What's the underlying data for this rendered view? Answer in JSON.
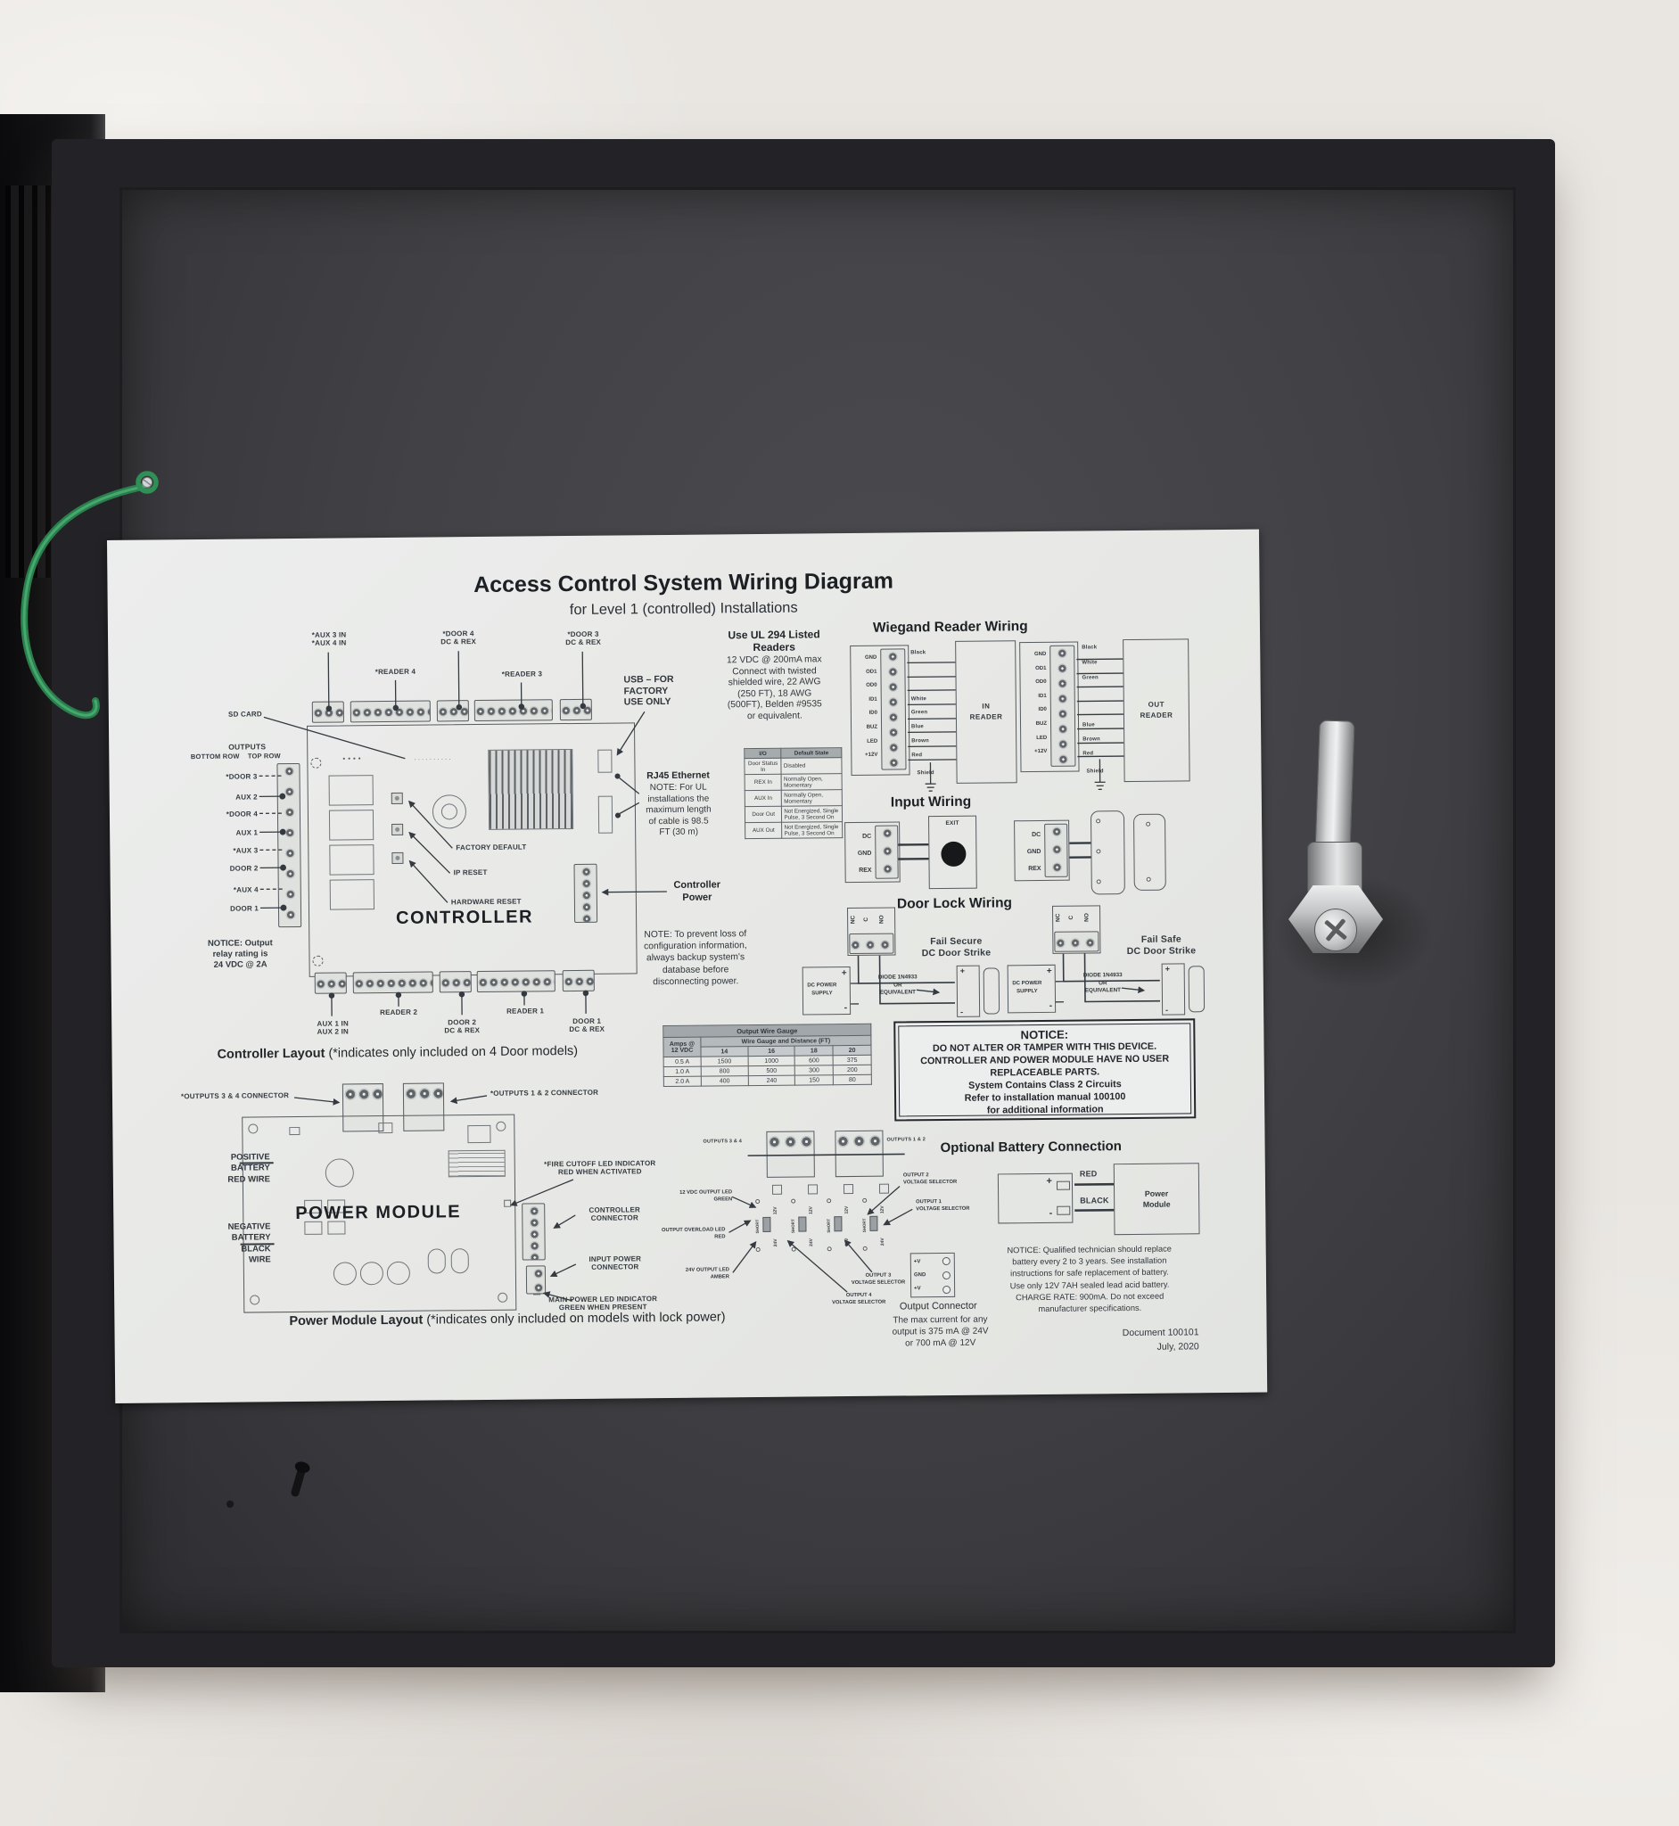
{
  "diagram": {
    "title": "Access Control System Wiring Diagram",
    "subtitle": "for Level 1 (controlled) Installations",
    "controller": {
      "name": "CONTROLLER",
      "sd_card": "SD CARD",
      "usb_note": [
        "USB – FOR",
        "FACTORY",
        "USE ONLY"
      ],
      "top_conn_aux": [
        "*AUX 3 IN",
        "*AUX 4 IN"
      ],
      "top_conn_reader4": "*READER 4",
      "top_conn_door4": [
        "*DOOR 4",
        "DC & REX"
      ],
      "top_conn_reader3": "*READER 3",
      "top_conn_door3": [
        "*DOOR 3",
        "DC & REX"
      ],
      "outputs_header": "OUTPUTS",
      "outputs_subheader": "BOTTOM ROW    TOP ROW",
      "output_rows": [
        "*DOOR 3",
        "AUX 2",
        "*DOOR 4",
        "AUX 1",
        "*AUX 3",
        "DOOR 2",
        "*AUX 4",
        "DOOR 1"
      ],
      "relay_notice": [
        "NOTICE: Output",
        "relay rating is",
        "24 VDC @ 2A"
      ],
      "buttons": [
        "FACTORY DEFAULT",
        "IP RESET",
        "HARDWARE RESET"
      ],
      "bottom_conn_aux": [
        "AUX 1 IN",
        "AUX 2 IN"
      ],
      "bottom_conn_reader2": "READER 2",
      "bottom_conn_door2": [
        "DOOR 2",
        "DC & REX"
      ],
      "bottom_conn_reader1": "READER 1",
      "bottom_conn_door1": [
        "DOOR 1",
        "DC & REX"
      ],
      "power_label": [
        "Controller",
        "Power"
      ],
      "caption_bold": "Controller Layout",
      "caption_rest": " (*indicates only included on 4 Door models)"
    },
    "ul294_note": {
      "heading": [
        "Use UL 294 Listed",
        "Readers"
      ],
      "body": [
        "12 VDC @ 200mA max",
        "Connect with twisted",
        "shielded wire, 22 AWG",
        "(250 FT), 18 AWG",
        "(500FT), Belden #9535",
        "or equivalent."
      ]
    },
    "rj45_note": {
      "heading": "RJ45 Ethernet",
      "body": [
        "NOTE: For UL",
        "installations the",
        "maximum length",
        "of cable is 98.5",
        "FT (30 m)"
      ]
    },
    "backup_note": [
      "NOTE: To prevent loss of",
      "configuration information,",
      "always backup system's",
      "database before",
      "disconnecting power."
    ],
    "io_table": {
      "headers": [
        "I/O",
        "Default State"
      ],
      "rows": [
        [
          "Door Status In",
          "Disabled"
        ],
        [
          "REX In",
          "Normally Open, Momentary"
        ],
        [
          "AUX In",
          "Normally Open, Momentary"
        ],
        [
          "Door Out",
          "Not Energized, Single Pulse, 3 Second On"
        ],
        [
          "AUX Out",
          "Not Energized, Single Pulse, 3 Second On"
        ]
      ]
    },
    "wiegand": {
      "title": "Wiegand Reader Wiring",
      "terminals": [
        "GND",
        "OD1",
        "OD0",
        "ID1",
        "ID0",
        "BUZ",
        "LED",
        "+12V"
      ],
      "in_reader": [
        "IN",
        "READER"
      ],
      "out_reader": [
        "OUT",
        "READER"
      ],
      "wire_colors": [
        "Black",
        "White",
        "Green",
        "Blue",
        "Brown",
        "Red"
      ],
      "shield": "Shield"
    },
    "input_wiring": {
      "title": "Input Wiring",
      "terminals": [
        "DC",
        "GND",
        "REX"
      ],
      "exit_label": "EXIT"
    },
    "door_lock": {
      "title": "Door Lock Wiring",
      "contacts": [
        "NC",
        "C",
        "NO"
      ],
      "fail_secure": [
        "Fail Secure",
        "DC Door Strike"
      ],
      "fail_safe": [
        "Fail Safe",
        "DC Door Strike"
      ],
      "diode": [
        "DIODE 1N4933",
        "OR",
        "EQUIVALENT"
      ],
      "dc_power_supply": [
        "DC POWER",
        "SUPPLY"
      ],
      "plus": "+",
      "minus": "-"
    },
    "wire_gauge_table": {
      "title": "Output Wire Gauge",
      "row_header": [
        "Amps @",
        "12 VDC"
      ],
      "col_header": "Wire Gauge and Distance (FT)",
      "gauges": [
        "14",
        "16",
        "18",
        "20"
      ],
      "rows": [
        [
          "0.5 A",
          "1500",
          "1000",
          "600",
          "375"
        ],
        [
          "1.0 A",
          "800",
          "500",
          "300",
          "200"
        ],
        [
          "2.0 A",
          "400",
          "240",
          "150",
          "80"
        ]
      ]
    },
    "notice_box": {
      "heading": "NOTICE:",
      "lines": [
        "DO NOT ALTER OR TAMPER WITH THIS DEVICE.",
        "CONTROLLER AND POWER MODULE HAVE NO USER",
        "REPLACEABLE PARTS.",
        "System Contains Class 2 Circuits",
        "Refer to installation manual 100100",
        "for additional information"
      ]
    },
    "power_module": {
      "name": "POWER MODULE",
      "outputs34_connector": "*OUTPUTS 3 & 4 CONNECTOR",
      "outputs12_connector": "*OUTPUTS 1 & 2 CONNECTOR",
      "positive_battery": [
        "POSITIVE",
        "BATTERY",
        "RED WIRE"
      ],
      "negative_battery": [
        "NEGATIVE",
        "BATTERY",
        "BLACK",
        "WIRE"
      ],
      "fire_cutoff": [
        "*FIRE CUTOFF LED INDICATOR",
        "RED WHEN ACTIVATED"
      ],
      "controller_connector": [
        "CONTROLLER",
        "CONNECTOR"
      ],
      "input_power_connector": [
        "INPUT POWER",
        "CONNECTOR"
      ],
      "main_power_led": [
        "MAIN POWER LED INDICATOR",
        "GREEN WHEN PRESENT"
      ],
      "caption_bold": "Power Module Layout",
      "caption_rest": " (*indicates only included on models with lock power)"
    },
    "output_section": {
      "outputs34": "OUTPUTS 3 & 4",
      "outputs12": "OUTPUTS 1 & 2",
      "led_green": [
        "12 VDC OUTPUT LED",
        "GREEN"
      ],
      "led_overload": [
        "OUTPUT OVERLOAD LED",
        "RED"
      ],
      "led_amber": [
        "24V OUTPUT LED",
        "AMBER"
      ],
      "selector2": [
        "OUTPUT 2",
        "VOLTAGE SELECTOR"
      ],
      "selector1": [
        "OUTPUT 1",
        "VOLTAGE SELECTOR"
      ],
      "selector3": [
        "OUTPUT 3",
        "VOLTAGE SELECTOR"
      ],
      "selector4": [
        "OUTPUT 4",
        "VOLTAGE SELECTOR"
      ],
      "selector_marks": [
        "12V",
        "SHORT",
        "24V"
      ],
      "connector_terminals": [
        "+V",
        "GND",
        "+V"
      ],
      "connector_title": "Output Connector",
      "connector_body": [
        "The max current for any",
        "output is 375 mA @ 24V",
        "or 700 mA @ 12V"
      ]
    },
    "battery": {
      "title": "Optional Battery Connection",
      "red_label": "RED",
      "black_label": "BLACK",
      "plus": "+",
      "minus": "-",
      "module_box": [
        "Power",
        "Module"
      ],
      "notice": [
        "NOTICE: Qualified technician should replace",
        "battery every 2 to 3 years. See installation",
        "instructions for safe replacement of battery.",
        "Use only 12V 7AH sealed lead acid battery.",
        "CHARGE RATE: 900mA. Do not exceed",
        "manufacturer specifications."
      ]
    },
    "doc": {
      "number": "Document 100101",
      "date": "July, 2020"
    }
  },
  "colors": {
    "enclosure": "#232327",
    "back_panel": "#424246",
    "sticker": "#e9eae7",
    "ink": "#343a40",
    "ground_wire_green": "#2f8f55",
    "lock_silver": "#c7c9cb"
  }
}
